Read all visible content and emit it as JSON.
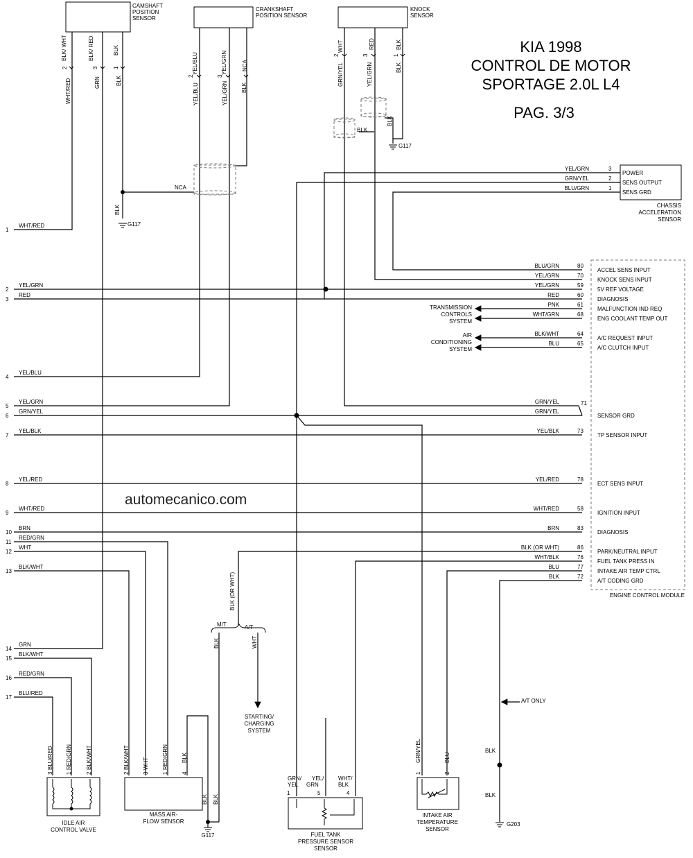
{
  "title": {
    "line1": "KIA 1998",
    "line2": "CONTROL DE MOTOR",
    "line3": "SPORTAGE 2.0L L4",
    "page": "PAG. 3/3"
  },
  "watermark": "automecanico.com",
  "components": {
    "camshaft": {
      "line1": "CAMSHAFT",
      "line2": "POSITION",
      "line3": "SENSOR"
    },
    "crankshaft": {
      "line1": "CRANKSHAFT",
      "line2": "POSITION SENSOR"
    },
    "knock": {
      "line1": "KNOCK",
      "line2": "SENSOR"
    },
    "chassis_accel": {
      "line1": "CHASSIS",
      "line2": "ACCELERATION",
      "line3": "SENSOR"
    },
    "ecm": "ENGINE CONTROL MODULE",
    "transmission": {
      "line1": "TRANSMISSION",
      "line2": "CONTROLS",
      "line3": "SYSTEM"
    },
    "air_cond": {
      "line1": "AIR",
      "line2": "CONDITIONING",
      "line3": "SYSTEM"
    },
    "starting": {
      "line1": "STARTING/",
      "line2": "CHARGING",
      "line3": "SYSTEM"
    },
    "idle_air": {
      "line1": "IDLE AIR",
      "line2": "CONTROL VALVE"
    },
    "mass_air": {
      "line1": "MASS AIR-",
      "line2": "FLOW SENSOR"
    },
    "fuel_tank": {
      "line1": "FUEL TANK",
      "line2": "PRESSURE SENSOR",
      "line3": "SENSOR"
    },
    "intake_air": {
      "line1": "INTAKE AIR",
      "line2": "TEMPERATURE",
      "line3": "SENSOR"
    }
  },
  "grounds": {
    "g117": "G117",
    "g203": "G203"
  },
  "misc": {
    "nca": "NCA",
    "mt": "M/T",
    "at": "A/T",
    "at_only": "A/T ONLY",
    "blk": "BLK",
    "blk_or_wht": "BLK (OR WHT)",
    "wht": "WHT"
  },
  "camshaft_pins": [
    {
      "pin": "2",
      "color": "BLK/ WHT"
    },
    {
      "pin": "3",
      "color": "BLK/ RED"
    },
    {
      "pin": "1",
      "color": "BLK"
    }
  ],
  "camshaft_wires": [
    "WHT/RED",
    "GRN",
    "BLK"
  ],
  "crank_pins": [
    {
      "pin": "2",
      "color": "YEL/BLU"
    },
    {
      "pin": "3",
      "color": "YEL/GRN"
    },
    {
      "pin": "",
      "color": "NCA"
    }
  ],
  "crank_wires": [
    "YEL/BLU",
    "YEL/GRN",
    "BLK"
  ],
  "knock_pins": [
    {
      "pin": "2",
      "color": "WHT"
    },
    {
      "pin": "3",
      "color": "RED"
    },
    {
      "pin": "1",
      "color": "BLK"
    }
  ],
  "knock_wires": [
    "GRN/YEL",
    "YEL/GRN",
    "BLK"
  ],
  "knock_shield": "BLK",
  "chassis_pins": [
    {
      "wire": "YEL/GRN",
      "pin": "3",
      "function": "POWER"
    },
    {
      "wire": "GRN/YEL",
      "pin": "2",
      "function": "SENS OUTPUT"
    },
    {
      "wire": "BLU/GRN",
      "pin": "1",
      "function": "SENS GRD"
    }
  ],
  "left_lines": [
    {
      "num": "1",
      "color": "WHT/RED"
    },
    {
      "num": "2",
      "color": "YEL/GRN"
    },
    {
      "num": "3",
      "color": "RED"
    },
    {
      "num": "4",
      "color": "YEL/BLU"
    },
    {
      "num": "5",
      "color": "YEL/GRN"
    },
    {
      "num": "6",
      "color": "GRN/YEL"
    },
    {
      "num": "7",
      "color": "YEL/BLK"
    },
    {
      "num": "8",
      "color": "YEL/RED"
    },
    {
      "num": "9",
      "color": "WHT/RED"
    },
    {
      "num": "10",
      "color": "BRN"
    },
    {
      "num": "11",
      "color": "RED/GRN"
    },
    {
      "num": "12",
      "color": "WHT"
    },
    {
      "num": "13",
      "color": "BLK/WHT"
    },
    {
      "num": "14",
      "color": "GRN"
    },
    {
      "num": "15",
      "color": "BLK/WHT"
    },
    {
      "num": "16",
      "color": "RED/GRN"
    },
    {
      "num": "17",
      "color": "BLU/RED"
    }
  ],
  "ecm_pins": [
    {
      "color": "BLU/GRN",
      "pin": "80",
      "function": "ACCEL SENS INPUT"
    },
    {
      "color": "YEL/GRN",
      "pin": "70",
      "function": "KNOCK SENS INPUT"
    },
    {
      "color": "YEL/GRN",
      "pin": "59",
      "function": "5V REF VOLTAGE"
    },
    {
      "color": "RED",
      "pin": "60",
      "function": "DIAGNOSIS"
    },
    {
      "color": "PNK",
      "pin": "61",
      "function": "MALFUNCTION IND REQ"
    },
    {
      "color": "WHT/GRN",
      "pin": "68",
      "function": "ENG COOLANT TEMP OUT"
    },
    {
      "color": "BLK/WHT",
      "pin": "64",
      "function": "A/C REQUEST INPUT"
    },
    {
      "color": "BLU",
      "pin": "65",
      "function": "A/C CLUTCH INPUT"
    },
    {
      "color": "GRN/YEL",
      "pin": "71",
      "function": ""
    },
    {
      "color": "GRN/YEL",
      "pin": "",
      "function": "SENSOR GRD"
    },
    {
      "color": "YEL/BLK",
      "pin": "73",
      "function": "TP SENSOR INPUT"
    },
    {
      "color": "YEL/RED",
      "pin": "78",
      "function": "ECT SENS INPUT"
    },
    {
      "color": "WHT/RED",
      "pin": "58",
      "function": "IGNITION INPUT"
    },
    {
      "color": "BRN",
      "pin": "83",
      "function": "DIAGNOSIS"
    },
    {
      "color": "BLK (OR WHT)",
      "pin": "86",
      "function": "PARK/NEUTRAL INPUT"
    },
    {
      "color": "WHT/BLK",
      "pin": "76",
      "function": "FUEL TANK PRESS IN"
    },
    {
      "color": "BLU",
      "pin": "77",
      "function": "INTAKE AIR TEMP CTRL"
    },
    {
      "color": "BLK",
      "pin": "72",
      "function": "A/T CODING GRD"
    }
  ],
  "idle_air_pins": [
    {
      "pin": "3",
      "color": "BLU/RED"
    },
    {
      "pin": "1",
      "color": "RED/GRN"
    },
    {
      "pin": "2",
      "color": "BLK/WHT"
    }
  ],
  "maf_pins": [
    {
      "pin": "2",
      "color": "BLK/WHT"
    },
    {
      "pin": "3",
      "color": "WHT"
    },
    {
      "pin": "1",
      "color": "RED/GRN"
    },
    {
      "pin": "4",
      "color": "BLK"
    }
  ],
  "maf_ground_wires": [
    "BLK",
    "BLK"
  ],
  "fuel_pins": [
    {
      "pin": "1",
      "color": "GRN/ YEL"
    },
    {
      "pin": "5",
      "color": "YEL/ GRN"
    },
    {
      "pin": "4",
      "color": "WHT/ BLK"
    }
  ],
  "iat_pins": [
    {
      "pin": "1",
      "color": "GRN/YEL"
    },
    {
      "pin": "2",
      "color": "BLU"
    }
  ],
  "ecm_ground_wires": [
    "BLK",
    "BLK"
  ]
}
